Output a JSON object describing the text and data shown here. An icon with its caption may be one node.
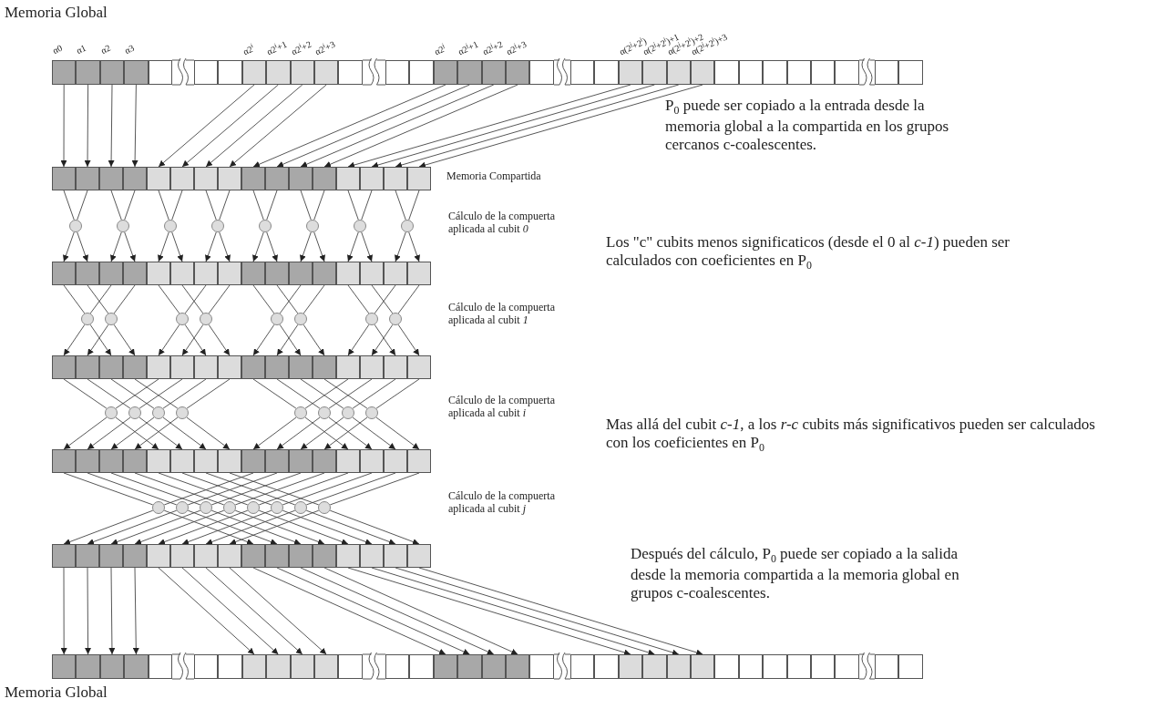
{
  "diagram": {
    "nodes": [
      {
        "text": [],
        "shape": "box"
      },
      {
        "text": [],
        "shape": "box"
      },
      {
        "text": [],
        "shape": "box"
      },
      {
        "text": [],
        "shape": "box"
      },
      {
        "text": [],
        "shape": "box"
      },
      {
        "text": [],
        "shape": "box"
      },
      {
        "text": [],
        "shape": "box"
      },
      {
        "text": [],
        "shape": "box"
      },
      {
        "text": [],
        "shape": "box"
      },
      {
        "text": [],
        "shape": "box"
      },
      {
        "text": [],
        "shape": "box"
      },
      {
        "text": [],
        "shape": "box"
      },
      {
        "text": [],
        "shape": "box"
      },
      {
        "text": [],
        "shape": "box"
      },
      {
        "text": [],
        "shape": "box"
      },
      {
        "text": [],
        "shape": "box"
      },
      {
        "text": [],
        "shape": "box"
      },
      {
        "text": [],
        "shape": "box"
      },
      {
        "text": [],
        "shape": "box"
      },
      {
        "text": [],
        "shape": "box"
      },
      {
        "text": [],
        "shape": "box"
      },
      {
        "text": [],
        "shape": "box"
      },
      {
        "text": [],
        "shape": "box"
      },
      {
        "text": [],
        "shape": "box"
      },
      {
        "text": [],
        "shape": "box"
      },
      {
        "text": [],
        "shape": "box"
      },
      {
        "text": [],
        "shape": "box"
      },
      {
        "text": [],
        "shape": "box"
      },
      {
        "text": [],
        "shape": "box"
      },
      {
        "text": [],
        "shape": "box"
      },
      {
        "text": [],
        "shape": "box"
      },
      {
        "text": [],
        "shape": "box"
      },
      {
        "text": [],
        "shape": "box"
      },
      {
        "text": [],
        "shape": "box"
      },
      {
        "text": [],
        "shape": "box"
      },
      {
        "text": [],
        "shape": "box"
      },
      {
        "text": [],
        "shape": "box"
      },
      {
        "text": [],
        "shape": "box"
      },
      {
        "text": [],
        "shape": "box"
      },
      {
        "text": [],
        "shape": "box"
      },
      {
        "text": [],
        "shape": "box"
      },
      {
        "text": [],
        "shape": "box"
      },
      {
        "text": [],
        "shape": "box"
      },
      {
        "text": [],
        "shape": "box"
      },
      {
        "text": [],
        "shape": "box"
      },
      {
        "text": [],
        "shape": "box"
      },
      {
        "text": [],
        "shape": "box"
      },
      {
        "text": [],
        "shape": "box"
      },
      {
        "text": [],
        "shape": "box"
      },
      {
        "text": [],
        "shape": "circle"
      },
      {
        "text": [],
        "shape": "circle"
      },
      {
        "text": [],
        "shape": "circle"
      },
      {
        "text": [],
        "shape": "circle"
      },
      {
        "text": [],
        "shape": "circle"
      },
      {
        "text": [],
        "shape": "circle"
      },
      {
        "text": [],
        "shape": "circle"
      },
      {
        "text": [],
        "shape": "circle"
      },
      {
        "text": [],
        "shape": "box"
      },
      {
        "text": [],
        "shape": "box"
      },
      {
        "text": [],
        "shape": "box"
      },
      {
        "text": [],
        "shape": "box"
      },
      {
        "text": [],
        "shape": "box"
      },
      {
        "text": [],
        "shape": "box"
      },
      {
        "text": [],
        "shape": "box"
      },
      {
        "text": [],
        "shape": "box"
      },
      {
        "text": [],
        "shape": "box"
      },
      {
        "text": [],
        "shape": "box"
      },
      {
        "text": [],
        "shape": "box"
      },
      {
        "text": [],
        "shape": "box"
      },
      {
        "text": [],
        "shape": "box"
      },
      {
        "text": [],
        "shape": "box"
      },
      {
        "text": [],
        "shape": "box"
      },
      {
        "text": [],
        "shape": "box"
      },
      {
        "text": [],
        "shape": "circle"
      },
      {
        "text": [],
        "shape": "circle"
      },
      {
        "text": [],
        "shape": "circle"
      },
      {
        "text": [],
        "shape": "circle"
      },
      {
        "text": [],
        "shape": "circle"
      },
      {
        "text": [],
        "shape": "circle"
      },
      {
        "text": [],
        "shape": "circle"
      },
      {
        "text": [],
        "shape": "circle"
      },
      {
        "text": [],
        "shape": "box"
      },
      {
        "text": [],
        "shape": "box"
      },
      {
        "text": [],
        "shape": "box"
      },
      {
        "text": [],
        "shape": "box"
      },
      {
        "text": [],
        "shape": "box"
      },
      {
        "text": [],
        "shape": "box"
      },
      {
        "text": [],
        "shape": "box"
      },
      {
        "text": [],
        "shape": "box"
      },
      {
        "text": [],
        "shape": "box"
      },
      {
        "text": [],
        "shape": "box"
      },
      {
        "text": [],
        "shape": "box"
      },
      {
        "text": [],
        "shape": "box"
      },
      {
        "text": [],
        "shape": "box"
      },
      {
        "text": [],
        "shape": "box"
      },
      {
        "text": [],
        "shape": "box"
      },
      {
        "text": [],
        "shape": "box"
      },
      {
        "text": [],
        "shape": "circle"
      },
      {
        "text": [],
        "shape": "circle"
      },
      {
        "text": [],
        "shape": "circle"
      },
      {
        "text": [],
        "shape": "circle"
      },
      {
        "text": [],
        "shape": "circle"
      },
      {
        "text": [],
        "shape": "circle"
      },
      {
        "text": [],
        "shape": "circle"
      },
      {
        "text": [],
        "shape": "circle"
      },
      {
        "text": [],
        "shape": "box"
      },
      {
        "text": [],
        "shape": "box"
      },
      {
        "text": [],
        "shape": "box"
      },
      {
        "text": [],
        "shape": "box"
      },
      {
        "text": [],
        "shape": "box"
      },
      {
        "text": [],
        "shape": "box"
      },
      {
        "text": [],
        "shape": "box"
      },
      {
        "text": [],
        "shape": "box"
      },
      {
        "text": [],
        "shape": "box"
      },
      {
        "text": [],
        "shape": "box"
      },
      {
        "text": [],
        "shape": "box"
      },
      {
        "text": [],
        "shape": "box"
      },
      {
        "text": [],
        "shape": "box"
      },
      {
        "text": [],
        "shape": "box"
      },
      {
        "text": [],
        "shape": "box"
      },
      {
        "text": [],
        "shape": "box"
      },
      {
        "text": [],
        "shape": "circle"
      },
      {
        "text": [],
        "shape": "circle"
      },
      {
        "text": [],
        "shape": "circle"
      },
      {
        "text": [],
        "shape": "circle"
      },
      {
        "text": [],
        "shape": "circle"
      },
      {
        "text": [],
        "shape": "circle"
      },
      {
        "text": [],
        "shape": "circle"
      },
      {
        "text": [],
        "shape": "circle"
      },
      {
        "text": [],
        "shape": "box"
      },
      {
        "text": [],
        "shape": "box"
      },
      {
        "text": [],
        "shape": "box"
      },
      {
        "text": [],
        "shape": "box"
      },
      {
        "text": [],
        "shape": "box"
      },
      {
        "text": [],
        "shape": "box"
      },
      {
        "text": [],
        "shape": "box"
      },
      {
        "text": [],
        "shape": "box"
      },
      {
        "text": [],
        "shape": "box"
      },
      {
        "text": [],
        "shape": "box"
      },
      {
        "text": [],
        "shape": "box"
      },
      {
        "text": [],
        "shape": "box"
      },
      {
        "text": [],
        "shape": "box"
      },
      {
        "text": [],
        "shape": "box"
      },
      {
        "text": [],
        "shape": "box"
      },
      {
        "text": [],
        "shape": "box"
      },
      {
        "text": [],
        "shape": "box"
      },
      {
        "text": [],
        "shape": "box"
      },
      {
        "text": [],
        "shape": "box"
      },
      {
        "text": [],
        "shape": "box"
      },
      {
        "text": [],
        "shape": "box"
      },
      {
        "text": [],
        "shape": "box"
      },
      {
        "text": [],
        "shape": "box"
      },
      {
        "text": [],
        "shape": "box"
      },
      {
        "text": [],
        "shape": "box"
      },
      {
        "text": [],
        "shape": "box"
      },
      {
        "text": [],
        "shape": "box"
      },
      {
        "text": [],
        "shape": "box"
      },
      {
        "text": [],
        "shape": "box"
      },
      {
        "text": [],
        "shape": "box"
      },
      {
        "text": [],
        "shape": "box"
      },
      {
        "text": [],
        "shape": "box"
      },
      {
        "text": [],
        "shape": "box"
      },
      {
        "text": [],
        "shape": "box"
      },
      {
        "text": [],
        "shape": "box"
      },
      {
        "text": [],
        "shape": "box"
      },
      {
        "text": [],
        "shape": "box"
      },
      {
        "text": [],
        "shape": "box"
      },
      {
        "text": [],
        "shape": "box"
      },
      {
        "text": [],
        "shape": "box"
      },
      {
        "text": [],
        "shape": "box"
      },
      {
        "text": [],
        "shape": "box"
      },
      {
        "text": [],
        "shape": "box"
      },
      {
        "text": [],
        "shape": "box"
      },
      {
        "text": [],
        "shape": "box"
      },
      {
        "text": [],
        "shape": "box"
      },
      {
        "text": [],
        "shape": "box"
      },
      {
        "text": [],
        "shape": "box"
      },
      {
        "text": [],
        "shape": "box"
      }
    ],
    "edges": [
      {
        "from": 0,
        "to": 33,
        "arrow": "to"
      },
      {
        "from": 1,
        "to": 34,
        "arrow": "to"
      },
      {
        "from": 2,
        "to": 35,
        "arrow": "to"
      },
      {
        "from": 3,
        "to": 36,
        "arrow": "to"
      },
      {
        "from": 7,
        "to": 37,
        "arrow": "to"
      },
      {
        "from": 8,
        "to": 38,
        "arrow": "to"
      },
      {
        "from": 9,
        "to": 39,
        "arrow": "to"
      },
      {
        "from": 10,
        "to": 40,
        "arrow": "to"
      },
      {
        "from": 14,
        "to": 41,
        "arrow": "to"
      },
      {
        "from": 15,
        "to": 42,
        "arrow": "to"
      },
      {
        "from": 16,
        "to": 43,
        "arrow": "to"
      },
      {
        "from": 17,
        "to": 44,
        "arrow": "to"
      },
      {
        "from": 21,
        "to": 45,
        "arrow": "to"
      },
      {
        "from": 22,
        "to": 46,
        "arrow": "to"
      },
      {
        "from": 23,
        "to": 47,
        "arrow": "to"
      },
      {
        "from": 24,
        "to": 48,
        "arrow": "to"
      },
      {
        "from": 33,
        "to": 49,
        "arrow": "none"
      },
      {
        "from": 34,
        "to": 49,
        "arrow": "none"
      },
      {
        "from": 49,
        "to": 57,
        "arrow": "to"
      },
      {
        "from": 49,
        "to": 58,
        "arrow": "to"
      },
      {
        "from": 35,
        "to": 50,
        "arrow": "none"
      },
      {
        "from": 36,
        "to": 50,
        "arrow": "none"
      },
      {
        "from": 50,
        "to": 59,
        "arrow": "to"
      },
      {
        "from": 50,
        "to": 60,
        "arrow": "to"
      },
      {
        "from": 37,
        "to": 51,
        "arrow": "none"
      },
      {
        "from": 38,
        "to": 51,
        "arrow": "none"
      },
      {
        "from": 51,
        "to": 61,
        "arrow": "to"
      },
      {
        "from": 51,
        "to": 62,
        "arrow": "to"
      },
      {
        "from": 39,
        "to": 52,
        "arrow": "none"
      },
      {
        "from": 40,
        "to": 52,
        "arrow": "none"
      },
      {
        "from": 52,
        "to": 63,
        "arrow": "to"
      },
      {
        "from": 52,
        "to": 64,
        "arrow": "to"
      },
      {
        "from": 41,
        "to": 53,
        "arrow": "none"
      },
      {
        "from": 42,
        "to": 53,
        "arrow": "none"
      },
      {
        "from": 53,
        "to": 65,
        "arrow": "to"
      },
      {
        "from": 53,
        "to": 66,
        "arrow": "to"
      },
      {
        "from": 43,
        "to": 54,
        "arrow": "none"
      },
      {
        "from": 44,
        "to": 54,
        "arrow": "none"
      },
      {
        "from": 54,
        "to": 67,
        "arrow": "to"
      },
      {
        "from": 54,
        "to": 68,
        "arrow": "to"
      },
      {
        "from": 45,
        "to": 55,
        "arrow": "none"
      },
      {
        "from": 46,
        "to": 55,
        "arrow": "none"
      },
      {
        "from": 55,
        "to": 69,
        "arrow": "to"
      },
      {
        "from": 55,
        "to": 70,
        "arrow": "to"
      },
      {
        "from": 47,
        "to": 56,
        "arrow": "none"
      },
      {
        "from": 48,
        "to": 56,
        "arrow": "none"
      },
      {
        "from": 56,
        "to": 71,
        "arrow": "to"
      },
      {
        "from": 56,
        "to": 72,
        "arrow": "to"
      },
      {
        "from": 57,
        "to": 73,
        "arrow": "none"
      },
      {
        "from": 59,
        "to": 73,
        "arrow": "none"
      },
      {
        "from": 73,
        "to": 81,
        "arrow": "to"
      },
      {
        "from": 73,
        "to": 83,
        "arrow": "to"
      },
      {
        "from": 58,
        "to": 74,
        "arrow": "none"
      },
      {
        "from": 60,
        "to": 74,
        "arrow": "none"
      },
      {
        "from": 74,
        "to": 82,
        "arrow": "to"
      },
      {
        "from": 74,
        "to": 84,
        "arrow": "to"
      },
      {
        "from": 61,
        "to": 75,
        "arrow": "none"
      },
      {
        "from": 63,
        "to": 75,
        "arrow": "none"
      },
      {
        "from": 75,
        "to": 85,
        "arrow": "to"
      },
      {
        "from": 75,
        "to": 87,
        "arrow": "to"
      },
      {
        "from": 62,
        "to": 76,
        "arrow": "none"
      },
      {
        "from": 64,
        "to": 76,
        "arrow": "none"
      },
      {
        "from": 76,
        "to": 86,
        "arrow": "to"
      },
      {
        "from": 76,
        "to": 88,
        "arrow": "to"
      },
      {
        "from": 65,
        "to": 77,
        "arrow": "none"
      },
      {
        "from": 67,
        "to": 77,
        "arrow": "none"
      },
      {
        "from": 77,
        "to": 89,
        "arrow": "to"
      },
      {
        "from": 77,
        "to": 91,
        "arrow": "to"
      },
      {
        "from": 66,
        "to": 78,
        "arrow": "none"
      },
      {
        "from": 68,
        "to": 78,
        "arrow": "none"
      },
      {
        "from": 78,
        "to": 90,
        "arrow": "to"
      },
      {
        "from": 78,
        "to": 92,
        "arrow": "to"
      },
      {
        "from": 69,
        "to": 79,
        "arrow": "none"
      },
      {
        "from": 71,
        "to": 79,
        "arrow": "none"
      },
      {
        "from": 79,
        "to": 93,
        "arrow": "to"
      },
      {
        "from": 79,
        "to": 95,
        "arrow": "to"
      },
      {
        "from": 70,
        "to": 80,
        "arrow": "none"
      },
      {
        "from": 72,
        "to": 80,
        "arrow": "none"
      },
      {
        "from": 80,
        "to": 94,
        "arrow": "to"
      },
      {
        "from": 80,
        "to": 96,
        "arrow": "to"
      },
      {
        "from": 81,
        "to": 97,
        "arrow": "none"
      },
      {
        "from": 85,
        "to": 97,
        "arrow": "none"
      },
      {
        "from": 97,
        "to": 105,
        "arrow": "to"
      },
      {
        "from": 97,
        "to": 109,
        "arrow": "to"
      },
      {
        "from": 82,
        "to": 98,
        "arrow": "none"
      },
      {
        "from": 86,
        "to": 98,
        "arrow": "none"
      },
      {
        "from": 98,
        "to": 106,
        "arrow": "to"
      },
      {
        "from": 98,
        "to": 110,
        "arrow": "to"
      },
      {
        "from": 83,
        "to": 99,
        "arrow": "none"
      },
      {
        "from": 87,
        "to": 99,
        "arrow": "none"
      },
      {
        "from": 99,
        "to": 107,
        "arrow": "to"
      },
      {
        "from": 99,
        "to": 111,
        "arrow": "to"
      },
      {
        "from": 84,
        "to": 100,
        "arrow": "none"
      },
      {
        "from": 88,
        "to": 100,
        "arrow": "none"
      },
      {
        "from": 100,
        "to": 108,
        "arrow": "to"
      },
      {
        "from": 100,
        "to": 112,
        "arrow": "to"
      },
      {
        "from": 89,
        "to": 101,
        "arrow": "none"
      },
      {
        "from": 93,
        "to": 101,
        "arrow": "none"
      },
      {
        "from": 101,
        "to": 113,
        "arrow": "to"
      },
      {
        "from": 101,
        "to": 117,
        "arrow": "to"
      },
      {
        "from": 90,
        "to": 102,
        "arrow": "none"
      },
      {
        "from": 94,
        "to": 102,
        "arrow": "none"
      },
      {
        "from": 102,
        "to": 114,
        "arrow": "to"
      },
      {
        "from": 102,
        "to": 118,
        "arrow": "to"
      },
      {
        "from": 91,
        "to": 103,
        "arrow": "none"
      },
      {
        "from": 95,
        "to": 103,
        "arrow": "none"
      },
      {
        "from": 103,
        "to": 115,
        "arrow": "to"
      },
      {
        "from": 103,
        "to": 119,
        "arrow": "to"
      },
      {
        "from": 92,
        "to": 104,
        "arrow": "none"
      },
      {
        "from": 96,
        "to": 104,
        "arrow": "none"
      },
      {
        "from": 104,
        "to": 116,
        "arrow": "to"
      },
      {
        "from": 104,
        "to": 120,
        "arrow": "to"
      },
      {
        "from": 105,
        "to": 121,
        "arrow": "none"
      },
      {
        "from": 113,
        "to": 121,
        "arrow": "none"
      },
      {
        "from": 121,
        "to": 129,
        "arrow": "to"
      },
      {
        "from": 121,
        "to": 137,
        "arrow": "to"
      },
      {
        "from": 106,
        "to": 122,
        "arrow": "none"
      },
      {
        "from": 114,
        "to": 122,
        "arrow": "none"
      },
      {
        "from": 122,
        "to": 130,
        "arrow": "to"
      },
      {
        "from": 122,
        "to": 138,
        "arrow": "to"
      },
      {
        "from": 107,
        "to": 123,
        "arrow": "none"
      },
      {
        "from": 115,
        "to": 123,
        "arrow": "none"
      },
      {
        "from": 123,
        "to": 131,
        "arrow": "to"
      },
      {
        "from": 123,
        "to": 139,
        "arrow": "to"
      },
      {
        "from": 108,
        "to": 124,
        "arrow": "none"
      },
      {
        "from": 116,
        "to": 124,
        "arrow": "none"
      },
      {
        "from": 124,
        "to": 132,
        "arrow": "to"
      },
      {
        "from": 124,
        "to": 140,
        "arrow": "to"
      },
      {
        "from": 109,
        "to": 125,
        "arrow": "none"
      },
      {
        "from": 117,
        "to": 125,
        "arrow": "none"
      },
      {
        "from": 125,
        "to": 133,
        "arrow": "to"
      },
      {
        "from": 125,
        "to": 141,
        "arrow": "to"
      },
      {
        "from": 110,
        "to": 126,
        "arrow": "none"
      },
      {
        "from": 118,
        "to": 126,
        "arrow": "none"
      },
      {
        "from": 126,
        "to": 134,
        "arrow": "to"
      },
      {
        "from": 126,
        "to": 142,
        "arrow": "to"
      },
      {
        "from": 111,
        "to": 127,
        "arrow": "none"
      },
      {
        "from": 119,
        "to": 127,
        "arrow": "none"
      },
      {
        "from": 127,
        "to": 135,
        "arrow": "to"
      },
      {
        "from": 127,
        "to": 143,
        "arrow": "to"
      },
      {
        "from": 112,
        "to": 128,
        "arrow": "none"
      },
      {
        "from": 120,
        "to": 128,
        "arrow": "none"
      },
      {
        "from": 128,
        "to": 136,
        "arrow": "to"
      },
      {
        "from": 128,
        "to": 144,
        "arrow": "to"
      },
      {
        "from": 129,
        "to": 145,
        "arrow": "to"
      },
      {
        "from": 130,
        "to": 146,
        "arrow": "to"
      },
      {
        "from": 131,
        "to": 147,
        "arrow": "to"
      },
      {
        "from": 132,
        "to": 148,
        "arrow": "to"
      },
      {
        "from": 133,
        "to": 152,
        "arrow": "to"
      },
      {
        "from": 134,
        "to": 153,
        "arrow": "to"
      },
      {
        "from": 135,
        "to": 154,
        "arrow": "to"
      },
      {
        "from": 136,
        "to": 155,
        "arrow": "to"
      },
      {
        "from": 137,
        "to": 159,
        "arrow": "to"
      },
      {
        "from": 138,
        "to": 160,
        "arrow": "to"
      },
      {
        "from": 139,
        "to": 161,
        "arrow": "to"
      },
      {
        "from": 140,
        "to": 162,
        "arrow": "to"
      },
      {
        "from": 141,
        "to": 166,
        "arrow": "to"
      },
      {
        "from": 142,
        "to": 167,
        "arrow": "to"
      },
      {
        "from": 143,
        "to": 168,
        "arrow": "to"
      },
      {
        "from": 144,
        "to": 169,
        "arrow": "to"
      }
    ],
    "labels": [
      "Memoria Global",
      "α0",
      "α1",
      "α2",
      "α3",
      "α2$^{i}$",
      "α2$^{i}$+1",
      "α2$^{i}$+2",
      "α2$^{i}$+3",
      "α2$^{j}$",
      "α2$^{j}$+1",
      "α2$^{j}$+2",
      "α2$^{j}$+3",
      "α(2$^{j}$+2$^{i}$)",
      "α(2$^{j}$+2$^{i}$)+1",
      "α(2$^{j}$+2$^{i}$)+2",
      "α(2$^{j}$+2$^{i}$)+3",
      "P$_{0}$ puede ser copiado a la entrada desde la memoria global a la compartida en los grupos cercanos c-coalescentes.",
      "Memoria Compartida",
      "Cálculo de la compuerta aplicada al cubit *0*",
      "Los \"c\" cubits menos significaticos (desde el 0 al *c-1*) pueden ser calculados con coeficientes en P$_{0}$",
      "Cálculo de la compuerta aplicada al cubit *1*",
      "Cálculo de la compuerta aplicada al cubit *i*",
      "Mas allá del cubit *c-1*, a los *r-c* cubits más significativos pueden ser calculados con los coeficientes en P$_{0}$",
      "Cálculo de la compuerta aplicada al cubit *j*",
      "Después del cálculo, P$_{0}$ puede ser copiado a la salida desde la memoria compartida a la memoria global en grupos c-coalescentes.",
      "Memoria Global"
    ]
  }
}
